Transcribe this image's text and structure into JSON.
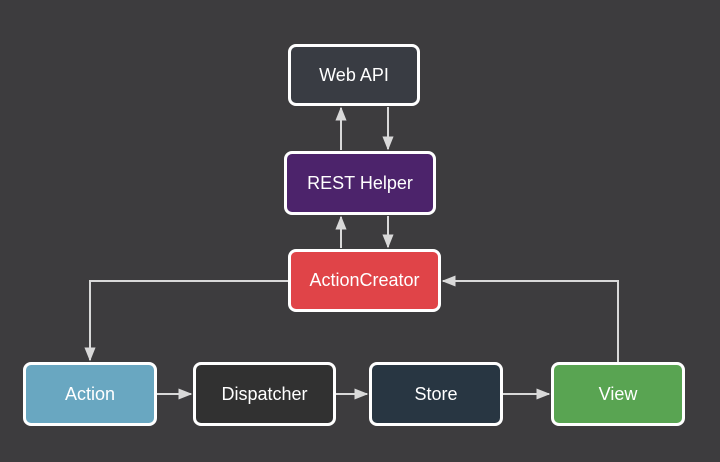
{
  "diagram": {
    "background": "#3d3c3e",
    "nodes": {
      "web_api": {
        "label": "Web API",
        "color": "#393c43"
      },
      "rest_helper": {
        "label": "REST Helper",
        "color": "#4c236b"
      },
      "action_creator": {
        "label": "ActionCreator",
        "color": "#e04448"
      },
      "action": {
        "label": "Action",
        "color": "#69a7c1"
      },
      "dispatcher": {
        "label": "Dispatcher",
        "color": "#313131"
      },
      "store": {
        "label": "Store",
        "color": "#283642"
      },
      "view": {
        "label": "View",
        "color": "#59a452"
      }
    },
    "edges": [
      {
        "from": "rest_helper",
        "to": "web_api"
      },
      {
        "from": "web_api",
        "to": "rest_helper"
      },
      {
        "from": "action_creator",
        "to": "rest_helper"
      },
      {
        "from": "rest_helper",
        "to": "action_creator"
      },
      {
        "from": "action_creator",
        "to": "action"
      },
      {
        "from": "action",
        "to": "dispatcher"
      },
      {
        "from": "dispatcher",
        "to": "store"
      },
      {
        "from": "store",
        "to": "view"
      },
      {
        "from": "view",
        "to": "action_creator"
      }
    ],
    "edge_color": "#d9d9d9"
  }
}
